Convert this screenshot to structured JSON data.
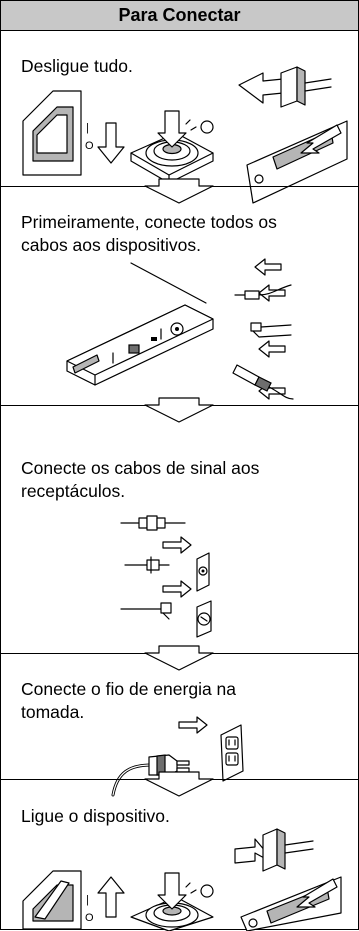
{
  "header": {
    "title": "Para Conectar"
  },
  "steps": [
    {
      "text": "Desligue tudo."
    },
    {
      "text": "Primeiramente, conecte todos os\ncabos aos dispositivos."
    },
    {
      "text": "Conecte os cabos de sinal aos\nreceptáculos."
    },
    {
      "text": "Conecte o fio de energia na\ntomada."
    },
    {
      "text": "Ligue o dispositivo."
    }
  ],
  "switch_marks": {
    "on": "|",
    "off": "O"
  }
}
